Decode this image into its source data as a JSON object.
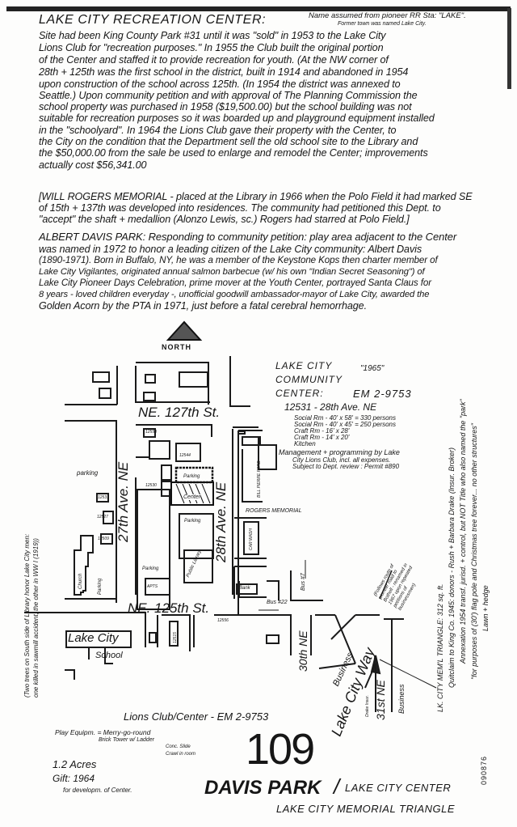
{
  "header": {
    "title": "LAKE CITY RECREATION CENTER:",
    "title_note": "Name assumed from pioneer RR Sta: \"LAKE\".",
    "title_note2": "Former town was named Lake City."
  },
  "paragraph1": [
    "Site had been King County Park #31 until it was \"sold\" in 1953 to the Lake City",
    "Lions Club for \"recreation purposes.\" In 1955 the Club built the original portion",
    "of the Center and staffed it to provide recreation for youth. (At the NW corner of",
    "28th + 125th was the first school in the district, built in 1914 and abandoned in 1954",
    "upon construction of the school across 125th. (In 1954 the district was annexed to",
    "Seattle.) Upon community petition and with approval of The Planning Commission the",
    "school property was purchased in 1958 ($19,500.00) but the school building was not",
    "suitable for recreation purposes so it was boarded up and playground equipment installed",
    "in the \"schoolyard\". In 1964 the Lions Club gave their property with the Center, to",
    "the City on the condition that the Department sell the old school site to the Library and",
    "the $50,000.00 from the sale be used to enlarge and remodel the Center; improvements",
    "actually cost $56,341.00"
  ],
  "paragraph2": [
    "[WILL ROGERS MEMORIAL - placed at the Library in 1966 when the Polo Field it had marked SE",
    "of 15th + 137th was developed into residences. The community had petitioned this Dept. to",
    "\"accept\" the shaft + medallion (Alonzo Lewis, sc.) Rogers had starred at Polo Field.]"
  ],
  "paragraph3": [
    "ALBERT DAVIS PARK: Responding to community petition: play area adjacent to the Center",
    "was named in 1972 to honor a leading citizen of the Lake City community: Albert Davis",
    "(1890-1971). Born in Buffalo, NY, he was a member of the Keystone Kops then charter member of",
    "Lake City Vigilantes, originated annual salmon barbecue (w/ his own \"Indian Secret Seasoning\") of",
    "Lake City Pioneer Days Celebration, prime mover at the Youth Center, portrayed Santa Claus for",
    "8 years - loved children everyday -, unofficial goodwill ambassador-mayor of Lake City, awarded the",
    "Golden Acorn by the PTA in 1971, just before a fatal cerebral hemorrhage."
  ],
  "map": {
    "north": "NORTH",
    "streets": {
      "ne127": "NE. 127th St.",
      "ne125": "NE. 125th St.",
      "ave27": "27th Ave. NE",
      "ave28": "28th Ave. NE",
      "ne30": "30th NE",
      "ne31": "31st NE",
      "lcw": "Lake City Way"
    },
    "labels": {
      "parking1": "parking",
      "parking2": "Parking",
      "parking3": "Parking",
      "parking4": "Parking",
      "parking5": "Parking",
      "center": "Center",
      "library": "Public Library",
      "church": "Church",
      "rogers": "ROGERS MEMORIAL",
      "bank": "Bank",
      "bus7": "Bus #7",
      "bus22": "Bus #22",
      "school1": "Lake City",
      "school2": "School",
      "business1": "Business",
      "business2": "Business",
      "drake": "Drake Insur.",
      "ford": "BILL PIERRE FORD",
      "car": "CAR WASH",
      "a12558": "12558",
      "a12544": "12544",
      "a12530": "12530",
      "a12531": "12531",
      "a12527": "12527",
      "a12509": "12509",
      "a12556": "12556",
      "a12515": "12515",
      "apts": "APTS"
    },
    "bothell_note": [
      "(Follows route of",
      "pioneer road to",
      "Bothell - renamed in",
      "1967 upon repeated",
      "petitions of",
      "businessmen)"
    ]
  },
  "center_info": {
    "name1": "LAKE CITY",
    "name2": "COMMUNITY",
    "name3": "CENTER:",
    "year": "\"1965\"",
    "phone": "EM 2-9753",
    "address": "12531 - 28th Ave. NE",
    "rooms": [
      "Social Rm - 40' x 58' = 330 persons",
      "Social Rm - 40' x 45' = 250 persons",
      "Craft Rm - 16' x 28'",
      "Craft Rm - 14' x 20'",
      "Kitchen"
    ],
    "management": [
      "Management + programming by Lake",
      "City Lions Club, incl. all expenses.",
      "Subject to Dept. review : Permit #890"
    ]
  },
  "left_note": [
    "(Two trees on South side of Library honor Lake City men:",
    "one killed in sawmill accident, the other in WW I (1919))"
  ],
  "right_note": [
    "LK. CITY MEM'L TRIANGLE: 312 sq. ft.",
    "Quitclaim to King Co. 1945: donors - Rush + Barbara Drake (Insur. Broker)",
    "Annexation 1954 transf. jurisd. + control, but NOT Title  who also named the \"park\"",
    "\"for purposes of (30') flag pole and Christmas tree forever... no other structures\"",
    "Lawn + hedge"
  ],
  "footer": {
    "lions": "Lions Club/Center - EM 2-9753",
    "play1": "Play Equipm. = Merry-go-round",
    "play2": "Brick Tower w/ Ladder",
    "play3": "Conc. Slide",
    "play4": "Crawl in room",
    "number": "109",
    "acres": "1.2 Acres",
    "gift": "Gift: 1964",
    "gift_note": "for developm. of Center.",
    "park_name": "DAVIS PARK",
    "slash": "/",
    "center_name": "LAKE CITY CENTER",
    "triangle": "LAKE CITY MEMORIAL TRIANGLE",
    "stamp": "090876"
  }
}
